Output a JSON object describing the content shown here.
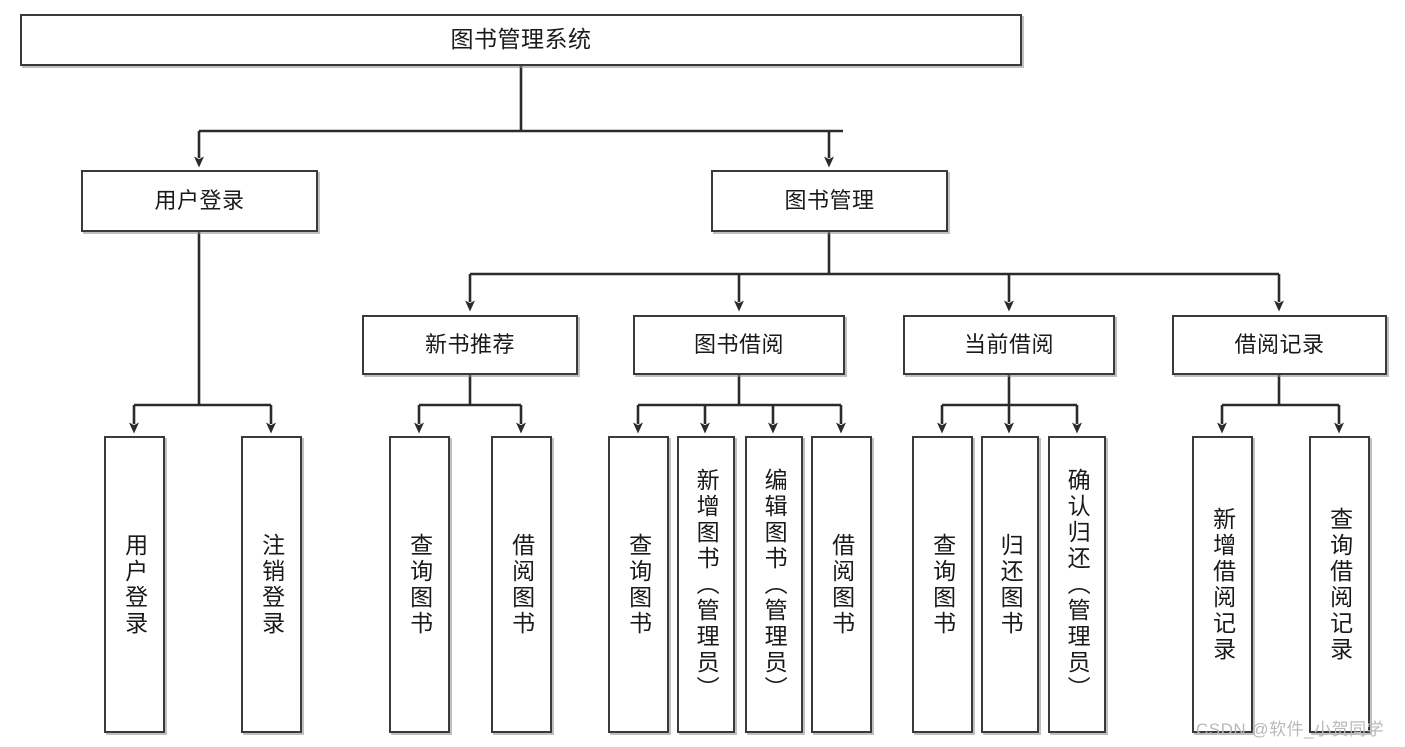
{
  "diagram": {
    "type": "tree",
    "title": "图书管理系统",
    "orientation": "top-down",
    "colors": {
      "box_border": "#3a3a3a",
      "box_fill": "#ffffff",
      "connector": "#2b2b2b",
      "text": "#1a1a1a",
      "watermark": "#b9b9b9",
      "background": "#ffffff"
    },
    "root": {
      "id": "root",
      "label": "图书管理系统"
    },
    "level2": [
      {
        "id": "user-login",
        "label": "用户登录"
      },
      {
        "id": "book-manage",
        "label": "图书管理"
      }
    ],
    "level3": [
      {
        "id": "new-book-rec",
        "label": "新书推荐",
        "parent": "book-manage"
      },
      {
        "id": "book-borrow",
        "label": "图书借阅",
        "parent": "book-manage"
      },
      {
        "id": "current-borrow",
        "label": "当前借阅",
        "parent": "book-manage"
      },
      {
        "id": "borrow-record",
        "label": "借阅记录",
        "parent": "book-manage"
      }
    ],
    "leaves": [
      {
        "id": "leaf-user-login",
        "label": "用户登录",
        "parent": "user-login"
      },
      {
        "id": "leaf-user-logout",
        "label": "注销登录",
        "parent": "user-login"
      },
      {
        "id": "leaf-rec-query",
        "label": "查询图书",
        "parent": "new-book-rec"
      },
      {
        "id": "leaf-rec-borrow",
        "label": "借阅图书",
        "parent": "new-book-rec"
      },
      {
        "id": "leaf-borrow-query",
        "label": "查询图书",
        "parent": "book-borrow"
      },
      {
        "id": "leaf-borrow-add",
        "label": "新增图书（管理员）",
        "parent": "book-borrow"
      },
      {
        "id": "leaf-borrow-edit",
        "label": "编辑图书（管理员）",
        "parent": "book-borrow"
      },
      {
        "id": "leaf-borrow-do",
        "label": "借阅图书",
        "parent": "book-borrow"
      },
      {
        "id": "leaf-cur-query",
        "label": "查询图书",
        "parent": "current-borrow"
      },
      {
        "id": "leaf-cur-return",
        "label": "归还图书",
        "parent": "current-borrow"
      },
      {
        "id": "leaf-cur-confirm",
        "label": "确认归还（管理员）",
        "parent": "current-borrow"
      },
      {
        "id": "leaf-rec-add",
        "label": "新增借阅记录",
        "parent": "borrow-record"
      },
      {
        "id": "leaf-rec-query2",
        "label": "查询借阅记录",
        "parent": "borrow-record"
      }
    ]
  },
  "watermark": {
    "text": "CSDN @软件_小贺同学"
  }
}
